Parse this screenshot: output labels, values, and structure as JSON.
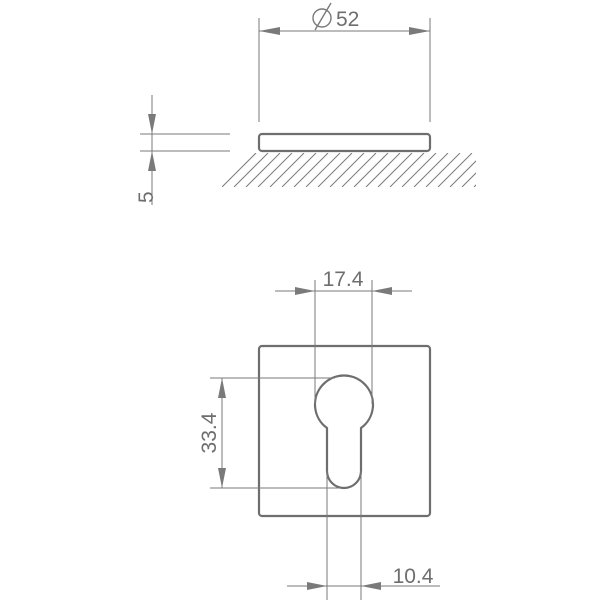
{
  "drawing": {
    "line_color": "#6e6e6e",
    "side_view": {
      "diameter_label": "52",
      "diameter_symbol": "∅",
      "thickness_label": "5"
    },
    "front_view": {
      "keyhole_width_label": "17.4",
      "keyhole_height_label": "33.4",
      "slot_width_label": "10.4"
    }
  }
}
